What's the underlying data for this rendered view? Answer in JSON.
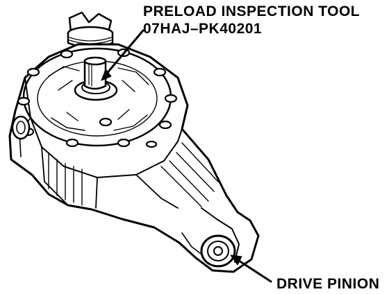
{
  "labels": {
    "tool_name": "PRELOAD INSPECTION TOOL",
    "tool_part_number": "07HAJ–PK40201",
    "drive_pinion": "DRIVE PINION"
  },
  "colors": {
    "ink": "#000000",
    "paper": "#ffffff"
  }
}
